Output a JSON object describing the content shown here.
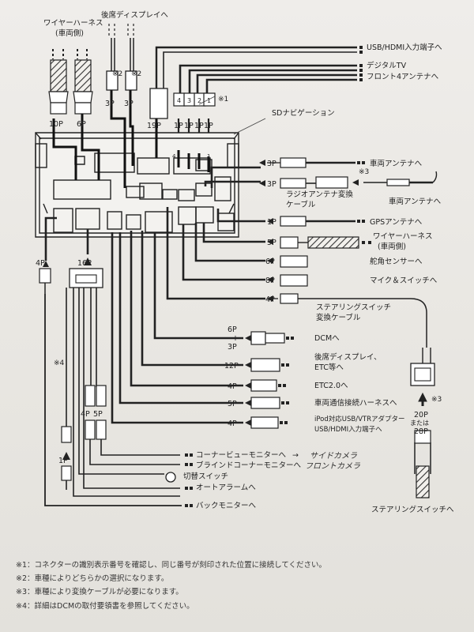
{
  "labels": {
    "wire_harness_vehicle_side": "ワイヤーハーネス",
    "wire_harness_vehicle_side_sub": "(車両側)",
    "rear_display": "後席ディスプレイへ",
    "usb_hdmi_input": "USB/HDMI入力端子へ",
    "digital_tv": "デジタルTV",
    "front_4_antenna": "フロント4アンテナへ",
    "sd_navigation": "SDナビゲーション",
    "vehicle_antenna_1": "車両アンテナへ",
    "radio_antenna_cable_1": "ラジオアンテナ変換",
    "radio_antenna_cable_2": "ケーブル",
    "vehicle_antenna_2": "車両アンテナへ",
    "gps_antenna": "GPSアンテナへ",
    "wire_harness_right": "ワイヤーハーネス",
    "wire_harness_right_sub": "(車両側)",
    "steering_sensor": "舵角センサーへ",
    "mic_switch": "マイク＆スイッチへ",
    "steering_switch_cable_1": "ステアリングスイッチ",
    "steering_switch_cable_2": "変換ケーブル",
    "dcm": "DCMへ",
    "rear_display_etc_1": "後席ディスプレイ、",
    "rear_display_etc_2": "ETC等へ",
    "etc20": "ETC2.0へ",
    "vehicle_comm_harness": "車両通信接続ハーネスへ",
    "ipod_usb_1": "iPod対応USB/VTRアダプター",
    "ipod_usb_2": "USB/HDMI入力端子へ",
    "corner_view_monitor": "コーナービューモニターへ",
    "blind_corner_monitor": "ブラインドコーナーモニターへ",
    "switch": "切替スイッチ",
    "auto_alarm": "オートアラームへ",
    "back_monitor": "バックモニターへ",
    "steering_switch": "ステアリングスイッチへ",
    "arrow": "→",
    "side_camera_handwritten": "サイドカメラ",
    "front_camera_handwritten": "フロントカメラ",
    "or": "または"
  },
  "connectors": {
    "p10": "10P",
    "p6": "6P",
    "p3a": "3P",
    "p3b": "3P",
    "p19": "19P",
    "p1a": "1P",
    "p1b": "1P",
    "p1c": "1P",
    "p1d": "1P",
    "box4": "4",
    "box3": "3",
    "box2": "2",
    "box1": "1",
    "row4": "4",
    "row1": "1",
    "r3p_a": "3P",
    "r3p_b": "3P",
    "r1p": "1P",
    "r5p": "5P",
    "r6p": "6P",
    "r8p": "8P",
    "r4p": "4P",
    "dcm_6p": "6P",
    "dcm_plus": "+",
    "dcm_3p": "3P",
    "r12p": "12P",
    "r4p_etc": "4P",
    "r5p_comm": "5P",
    "r4p_usb": "4P",
    "l4p": "4P",
    "l16p": "16P",
    "b4p": "4P",
    "b5p": "5P",
    "l1p": "1P",
    "p20": "20P",
    "p28": "28P"
  },
  "marks": {
    "n1": "※1",
    "n2a": "※2",
    "n2b": "※2",
    "n3a": "※3",
    "n3b": "※3",
    "n4": "※4"
  },
  "notes": [
    "※1：コネクターの識別表示番号を確認し、同じ番号が刻印された位置に接続してください。",
    "※2：車種によりどちらかの選択になります。",
    "※3：車種により変換ケーブルが必要になります。",
    "※4：詳細はDCMの取付要領書を参照してください。"
  ]
}
